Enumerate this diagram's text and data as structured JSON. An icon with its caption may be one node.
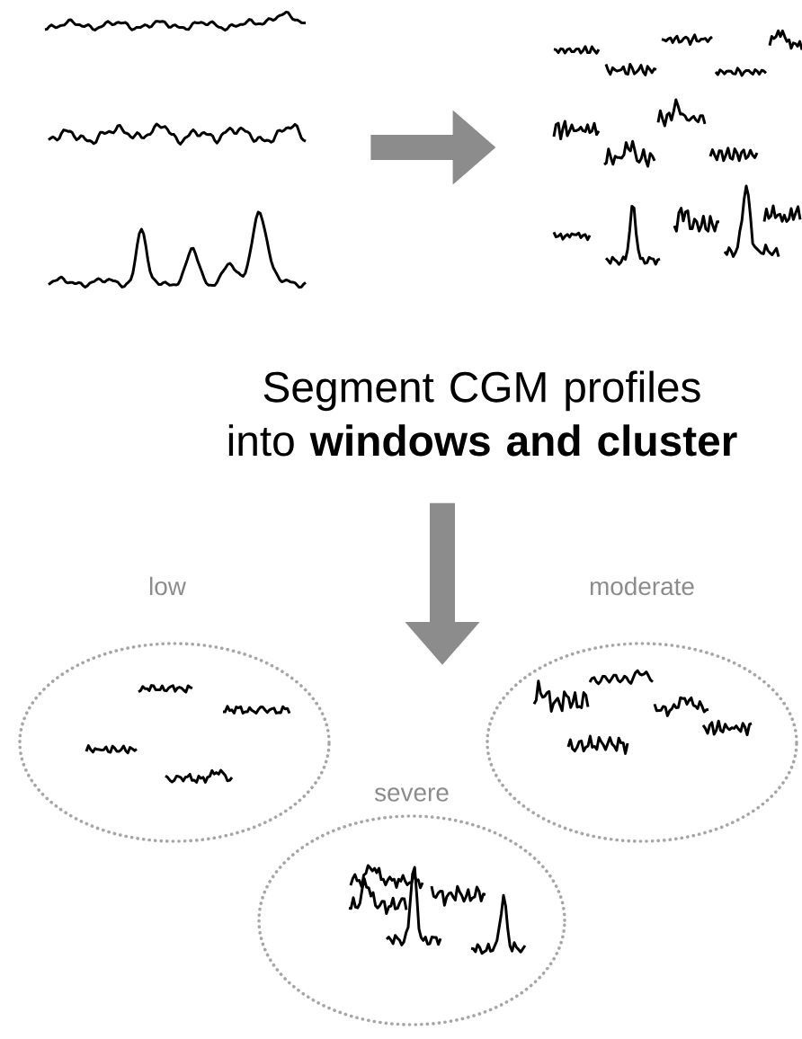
{
  "diagram": {
    "nodes": [
      {
        "text": [],
        "shape": "picture"
      },
      {
        "text": [],
        "shape": "picture"
      },
      {
        "text": [
          "Segment CGM profiles into **windows and cluster**"
        ]
      },
      {
        "text": [
          "low"
        ]
      },
      {
        "text": [
          "moderate"
        ]
      },
      {
        "text": [
          "severe"
        ]
      }
    ],
    "edges": [
      {
        "from": 0,
        "to": 1,
        "arrow": "to"
      },
      {
        "from": 2,
        "to": null,
        "arrow": "to"
      }
    ]
  }
}
